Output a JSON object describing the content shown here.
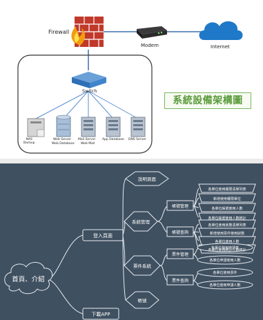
{
  "network": {
    "firewall": "Firewall",
    "modem": "Modem",
    "internet": "Internet",
    "switch": "Switch",
    "title": "系統設備架構圖",
    "servers": [
      {
        "name": "NAS\nBackup",
        "sub": ""
      },
      {
        "name": "Web Server",
        "sub": "Web Database"
      },
      {
        "name": "Mail Server",
        "sub": "Web Mail"
      },
      {
        "name": "App Database",
        "sub": ""
      },
      {
        "name": "DNS Server",
        "sub": ""
      }
    ]
  },
  "mindmap": {
    "root": "首頁、介紹",
    "login": "登入頁面",
    "download": "下載APP",
    "about": "說明頁面",
    "system": "系統管理",
    "ticket": "票件系統",
    "account": "帳號",
    "account_mgmt": "帳號管理",
    "account_query": "帳號查詢",
    "ticket_mgmt": "票件管理",
    "ticket_query": "票件查詢",
    "leaves_a": [
      "各單位使用權限清單列表",
      "新增使用權限單位",
      "各單位帳號使用人數",
      "各單位帳號使用人數統計"
    ],
    "leaves_b": [
      "各單位使用狀態清單列表",
      "新增使用票件使用狀態",
      "各單位使用人數",
      "各單位使用統計人數統計"
    ],
    "leaves_c": [
      "各單位使用申請表",
      "各單位申請使用人數"
    ],
    "leaves_d": [
      "各單位使用票件",
      "各單位使用申請人數"
    ]
  }
}
